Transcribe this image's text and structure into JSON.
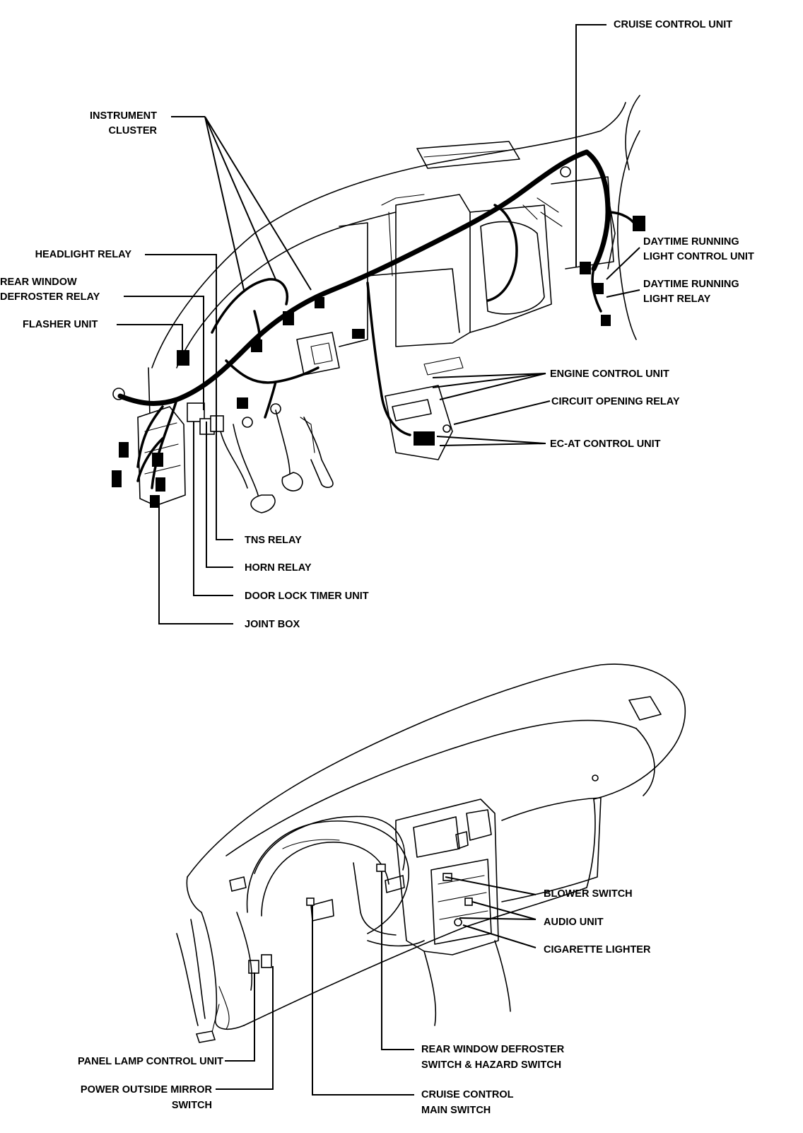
{
  "upper_labels": {
    "cruise_control_unit": "CRUISE  CONTROL UNIT",
    "instrument_cluster": [
      "INSTRUMENT",
      "CLUSTER"
    ],
    "headlight_relay": "HEADLIGHT RELAY",
    "rear_window_defroster_relay": [
      "REAR WINDOW",
      "DEFROSTER RELAY"
    ],
    "flasher_unit": "FLASHER UNIT",
    "daytime_running_light_control_unit": [
      "DAYTIME RUNNING",
      "LIGHT CONTROL UNIT"
    ],
    "daytime_running_light_relay": [
      "DAYTIME RUNNING",
      "LIGHT RELAY"
    ],
    "engine_control_unit": "ENGINE CONTROL UNIT",
    "circuit_opening_relay": "CIRCUIT OPENING RELAY",
    "ec_at_control_unit": "EC-AT CONTROL UNIT",
    "tns_relay": "TNS RELAY",
    "horn_relay": "HORN RELAY",
    "door_lock_timer_unit": "DOOR LOCK TIMER UNIT",
    "joint_box": "JOINT BOX"
  },
  "lower_labels": {
    "blower_switch": "BLOWER SWITCH",
    "audio_unit": "AUDIO UNIT",
    "cigarette_lighter": "CIGARETTE LIGHTER",
    "panel_lamp_control_unit": "PANEL LAMP CONTROL UNIT",
    "power_outside_mirror_switch": [
      "POWER OUTSIDE MIRROR",
      "SWITCH"
    ],
    "rear_window_defroster_switch": [
      "REAR WINDOW DEFROSTER",
      "SWITCH & HAZARD SWITCH"
    ],
    "cruise_control_main_switch": [
      "CRUISE CONTROL",
      "MAIN SWITCH"
    ]
  }
}
